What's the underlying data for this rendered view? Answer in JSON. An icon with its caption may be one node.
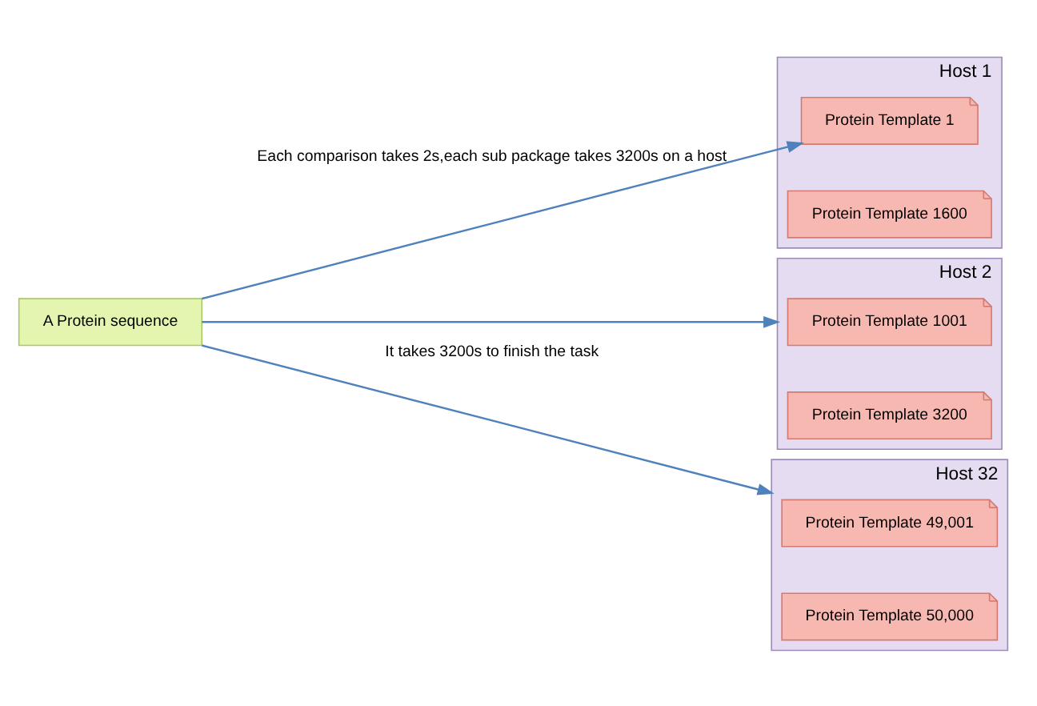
{
  "diagram": {
    "nodes": [
      {
        "text": [
          "A Protein sequence"
        ]
      },
      {
        "text": [
          "Host 1"
        ]
      },
      {
        "text": [
          "Protein Template 1"
        ],
        "in": 1
      },
      {
        "text": [
          "Protein Template 1600"
        ],
        "in": 1
      },
      {
        "text": [
          "Host 2"
        ]
      },
      {
        "text": [
          "Protein Template 1001"
        ],
        "in": 4
      },
      {
        "text": [
          "Protein Template 3200"
        ],
        "in": 4
      },
      {
        "text": [
          "Host 32"
        ]
      },
      {
        "text": [
          "Protein Template 49,001"
        ],
        "in": 7
      },
      {
        "text": [
          "Protein Template 50,000"
        ],
        "in": 7
      }
    ],
    "edges": [
      {
        "from": 0,
        "to": 2,
        "arrow": "to",
        "label": "Each comparison takes 2s,each sub package takes 3200s on a host"
      },
      {
        "from": 0,
        "to": 4,
        "arrow": "to"
      },
      {
        "from": 0,
        "to": 7,
        "arrow": "to",
        "label": "It takes 3200s to finish the task"
      }
    ]
  }
}
